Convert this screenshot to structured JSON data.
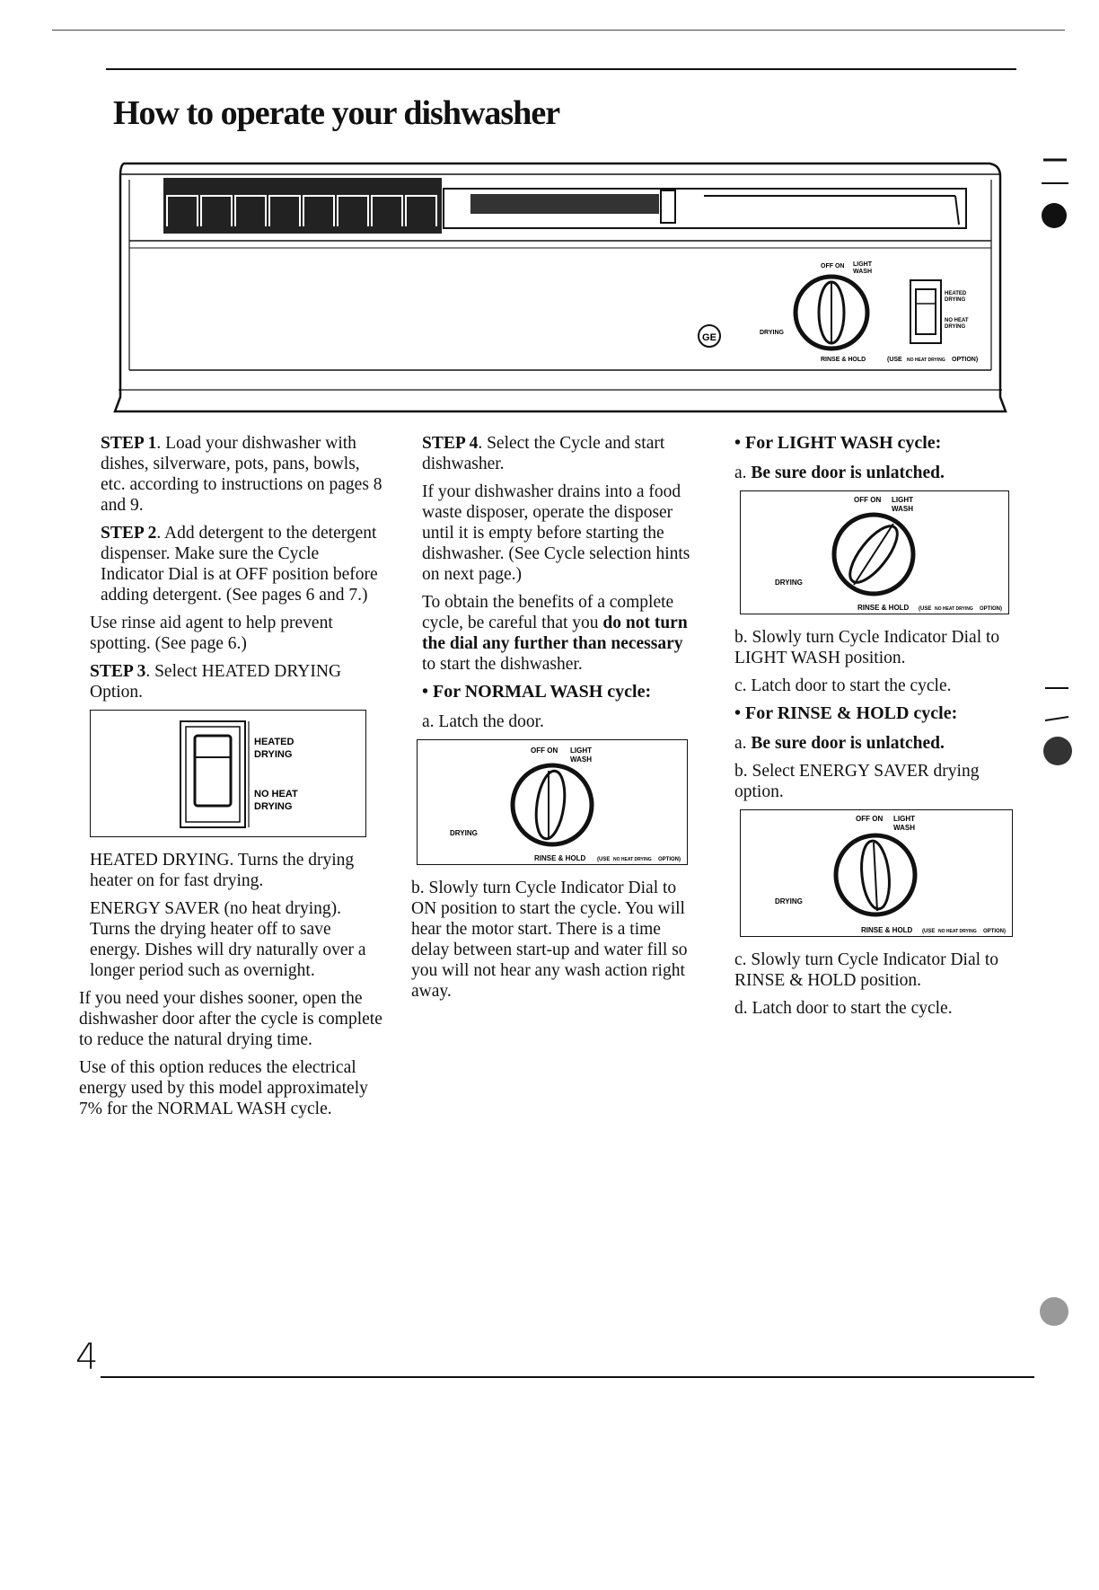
{
  "page": {
    "title": "How to operate your dishwasher",
    "page_number": "4"
  },
  "panel": {
    "dial": {
      "off_on": "OFF ON",
      "light_wash": "LIGHT WASH",
      "light": "LIGHT",
      "wash": "WASH",
      "drying": "DRYING",
      "rinse_hold": "RINSE & HOLD",
      "use": "(USE",
      "no_heat_drying": "NO HEAT DRYING",
      "no_heat": "NO HEAT",
      "drying_small": "DRYING",
      "option": "OPTION)"
    },
    "switch": {
      "heated_drying": "HEATED DRYING",
      "heated": "HEATED",
      "drying": "DRYING",
      "no_heat_drying": "NO HEAT DRYING",
      "no_heat": "NO HEAT"
    },
    "brand_logo": "GE"
  },
  "col1": {
    "step1_label": "STEP 1",
    "step1_text": ". Load your dishwasher with dishes, silverware, pots, pans, bowls, etc. according to instructions on pages 8 and 9.",
    "step2_label": "STEP 2",
    "step2_text": ". Add detergent to the detergent dispenser. Make sure the Cycle Indicator Dial is at OFF position before adding detergent. (See pages 6 and 7.)",
    "rinse_aid": "Use rinse aid agent to help prevent spotting. (See page 6.)",
    "step3_label": "STEP 3",
    "step3_text": ". Select HEATED DRYING Option.",
    "heated_drying_desc": "HEATED DRYING. Turns the drying heater on for fast drying.",
    "energy_saver_desc": "ENERGY SAVER (no heat drying). Turns the drying heater off to save energy. Dishes will dry naturally over a longer period such as overnight.",
    "sooner_desc": "If you need your dishes sooner, open the dishwasher door after the cycle is complete to reduce the natural drying time.",
    "option_desc": "Use of this option reduces the electrical energy used by this model approximately 7% for the NORMAL WASH cycle."
  },
  "col2": {
    "step4_label": "STEP 4",
    "step4_text": ". Select the Cycle and start dishwasher.",
    "disposer": "If your dishwasher drains into a food waste disposer, operate the disposer until it is empty before starting the dishwasher. (See Cycle selection hints on next page.)",
    "benefits_pre": "To obtain the benefits of a complete cycle, be careful that you ",
    "benefits_bold": "do not turn the dial any further than necessary",
    "benefits_post": " to start the dishwasher.",
    "normal_heading": "• For NORMAL WASH cycle:",
    "normal_a": "a. Latch the door.",
    "normal_b": "b. Slowly turn Cycle Indicator Dial to ON position to start the cycle. You will hear the motor start. There is a time delay between start-up and water fill so you will not hear any wash action right away."
  },
  "col3": {
    "light_heading": "• For LIGHT WASH cycle:",
    "light_a_pre": "a. ",
    "light_a_bold": "Be sure door is unlatched.",
    "light_b": "b. Slowly turn Cycle Indicator Dial to LIGHT WASH position.",
    "light_c": "c. Latch door to start the cycle.",
    "rinse_heading": "• For RINSE & HOLD cycle:",
    "rinse_a_pre": "a. ",
    "rinse_a_bold": "Be sure door is unlatched.",
    "rinse_b": "b. Select ENERGY SAVER drying option.",
    "rinse_c": "c. Slowly turn Cycle Indicator Dial to RINSE & HOLD position.",
    "rinse_d": "d. Latch door to start the cycle."
  }
}
